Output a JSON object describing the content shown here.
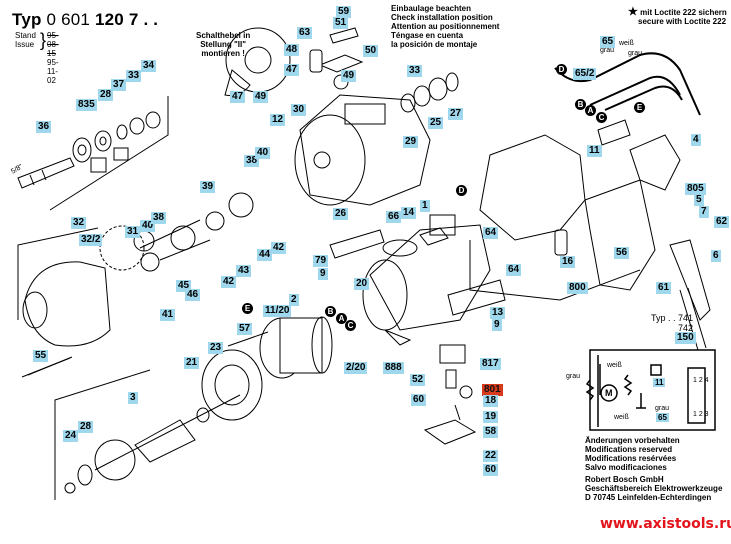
{
  "header": {
    "typ_word": "Typ",
    "typ_number_prefix": "0 601",
    "typ_number_main": "120 7 . .",
    "stand_label": "Stand",
    "issue_label": "Issue",
    "stand_date": "95-08-15",
    "issue_date": "95-11-02"
  },
  "notes": {
    "shift_lever": [
      "Schalthebel in",
      "Stellung \"II\"",
      "montieren !"
    ],
    "installation": [
      "Einbaulage beachten",
      "Check installation position",
      "Attention au positionnement",
      "Téngase en cuenta",
      "la posición de montaje"
    ],
    "loctite_star": "★",
    "loctite": [
      "mit Loctite 222 sichern",
      "secure with Loctite 222"
    ],
    "thread_size": "5/8\"",
    "wire_weiss": "weiß",
    "wire_grau": "grau",
    "typ_variants": [
      "Typ . . 741",
      "742"
    ]
  },
  "parts": {
    "p59": "59",
    "p51": "51",
    "p63": "63",
    "p48": "48",
    "p50": "50",
    "p47a": "47",
    "p47b": "47",
    "p49a": "49",
    "p49b": "49",
    "p33a": "33",
    "p25": "25",
    "p27": "27",
    "p29": "29",
    "p30": "30",
    "p12": "12",
    "p26": "26",
    "p34": "34",
    "p33b": "33",
    "p37": "37",
    "p28a": "28",
    "p835": "835",
    "p36": "36",
    "p38a": "38",
    "p40a": "40",
    "p39": "39",
    "p42a": "42",
    "p44": "44",
    "p43": "43",
    "p42b": "42",
    "p31": "31",
    "p40b": "40",
    "p38b": "38",
    "p32": "32",
    "p32_2": "32/2",
    "p45": "45",
    "p46": "46",
    "p41": "41",
    "p55": "55",
    "p57": "57",
    "p23": "23",
    "p21": "21",
    "p3": "3",
    "p28b": "28",
    "p24": "24",
    "p2": "2",
    "p11_20": "11/20",
    "p2_20": "2/20",
    "p20": "20",
    "p79": "79",
    "p9a": "9",
    "p9b": "9",
    "p66": "66",
    "p14": "14",
    "p1": "1",
    "p64a": "64",
    "p64b": "64",
    "p13": "13",
    "p888": "888",
    "p817": "817",
    "p52": "52",
    "p801": "801",
    "p60a": "60",
    "p18": "18",
    "p19": "19",
    "p58": "58",
    "p22": "22",
    "p60b": "60",
    "p65": "65",
    "p65_2": "65/2",
    "p11a": "11",
    "p4": "4",
    "p805": "805",
    "p5": "5",
    "p7": "7",
    "p62": "62",
    "p6": "6",
    "p16": "16",
    "p56": "56",
    "p800": "800",
    "p61": "61",
    "p150": "150",
    "p11b": "11",
    "p65b": "65"
  },
  "connectors": {
    "A": "A",
    "B": "B",
    "C": "C",
    "D": "D",
    "E": "E"
  },
  "wiring_diagram": {
    "wire_grau_left": "grau",
    "wire_weiss_top": "weiß",
    "wire_weiss_bottom": "weiß",
    "wire_grau_bottom": "grau",
    "motor_symbol": "M",
    "switch_top_terminals": "1 2 4",
    "switch_bottom_terminals": "1 2 3"
  },
  "footer": {
    "modifications": [
      "Änderungen vorbehalten",
      "Modifications reserved",
      "Modifications resérvées",
      "Salvo modificaciones"
    ],
    "company": [
      "Robert Bosch GmbH",
      "Geschäftsbereich Elektrowerkzeuge",
      "D 70745 Leinfelden-Echterdingen"
    ],
    "website": "www.axistools.ru"
  },
  "colors": {
    "label_bg": "#9fd8ec",
    "highlight_label_bg": "#d83a1c",
    "website_color": "#e3141b"
  }
}
